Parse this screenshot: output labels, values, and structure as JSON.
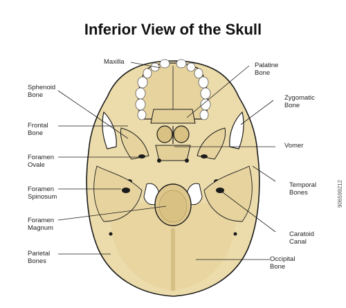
{
  "title": "Inferior View of the Skull",
  "labels": {
    "maxilla": "Maxilla",
    "palatine_bone": "Palatine\nBone",
    "sphenoid_bone": "Sphenoid\nBone",
    "zygomatic_bone": "Zygomatic\nBone",
    "frontal_bone": "Frontal\nBone",
    "vomer": "Vomer",
    "foramen_ovale": "Foramen\nOvale",
    "temporal_bones": "Temporal\nBones",
    "foramen_spinosum": "Foramen\nSpinosum",
    "foramen_magnum": "Foramen\nMagnum",
    "caratoid_canal": "Caratoid\nCanal",
    "parietal_bones": "Parietal\nBones",
    "occipital_bone": "Occipital\nBone"
  },
  "stock_id": "906599212",
  "colors": {
    "bone": "#ecdcab",
    "bone_dark": "#ddc78d",
    "outline": "#1a1a1a",
    "teeth": "#ffffff",
    "foramen": "#1a1a1a"
  }
}
